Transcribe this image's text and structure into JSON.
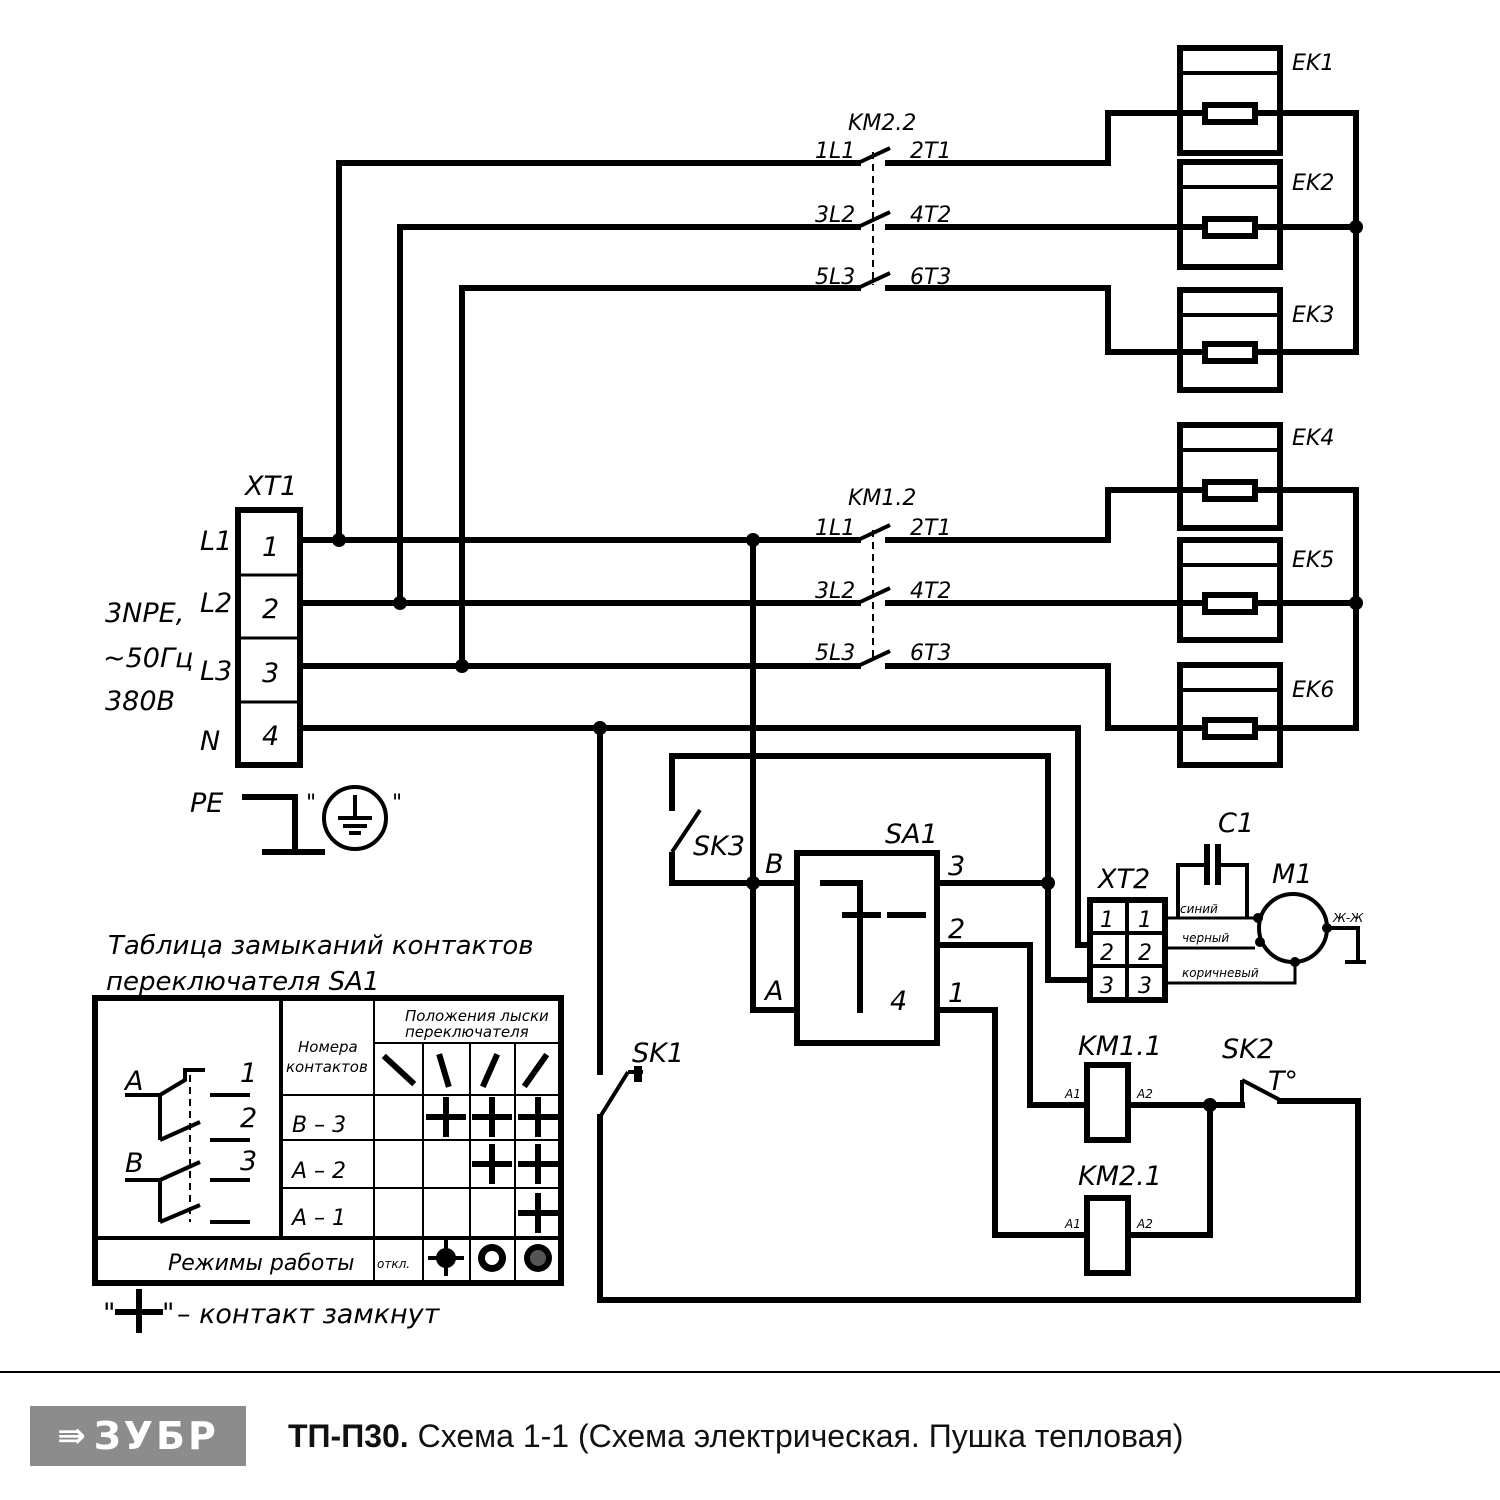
{
  "terminal_xt1": {
    "name": "XT1",
    "lines": [
      "L1",
      "L2",
      "L3",
      "N"
    ],
    "numbers": [
      "1",
      "2",
      "3",
      "4"
    ]
  },
  "supply": [
    "3NPE,",
    "~50Гц",
    "380В"
  ],
  "pe": {
    "label": "PE",
    "quote_open": "\"",
    "quote_close": "\""
  },
  "contactor_km22": {
    "name": "KM2.2",
    "inputs": [
      "1L1",
      "3L2",
      "5L3"
    ],
    "outputs": [
      "2T1",
      "4T2",
      "6T3"
    ]
  },
  "contactor_km12": {
    "name": "KM1.2",
    "inputs": [
      "1L1",
      "3L2",
      "5L3"
    ],
    "outputs": [
      "2T1",
      "4T2",
      "6T3"
    ]
  },
  "heaters": [
    "EK1",
    "EK2",
    "EK3",
    "EK4",
    "EK5",
    "EK6"
  ],
  "switch_sa1": {
    "name": "SA1",
    "terminal_b": "B",
    "terminal_a": "A",
    "pin3": "3",
    "pin2": "2",
    "pin1": "1",
    "pin4": "4"
  },
  "thermostats": {
    "sk3": "SK3",
    "sk1": "SK1",
    "sk2": "SK2",
    "sk2_temp": "T°"
  },
  "capacitor": "C1",
  "motor": {
    "name": "M1",
    "note": "Ж-Ж"
  },
  "terminal_xt2": {
    "name": "XT2",
    "left": [
      "1",
      "2",
      "3"
    ],
    "right": [
      "1",
      "2",
      "3"
    ],
    "wires": [
      "синий",
      "черный",
      "коричневый"
    ]
  },
  "coils": [
    {
      "name": "KM1.1",
      "a1": "A1",
      "a2": "A2"
    },
    {
      "name": "KM2.1",
      "a1": "A1",
      "a2": "A2"
    }
  ],
  "table": {
    "title_line1": "Таблица замыканий контактов",
    "title_line2": "переключателя SA1",
    "diagram_labels": {
      "a": "A",
      "b": "B",
      "n1": "1",
      "n2": "2",
      "n3": "3"
    },
    "header_numbers_line1": "Номера",
    "header_numbers_line2": "контактов",
    "header_positions_line1": "Положения лыски",
    "header_positions_line2": "переключателя",
    "rows": [
      "B – 3",
      "A – 2",
      "A – 1"
    ],
    "closed_matrix": [
      [
        false,
        true,
        true,
        true
      ],
      [
        false,
        false,
        true,
        true
      ],
      [
        false,
        false,
        false,
        true
      ]
    ],
    "modes_label": "Режимы работы",
    "mode_off": "откл."
  },
  "legend": {
    "quote_open": "\"",
    "quote_close": "\"",
    "text": "– контакт замкнут"
  },
  "footer": {
    "brand": "ЗУБР",
    "model": "ТП-П30.",
    "caption": "Схема 1-1 (Схема электрическая. Пушка тепловая)"
  }
}
